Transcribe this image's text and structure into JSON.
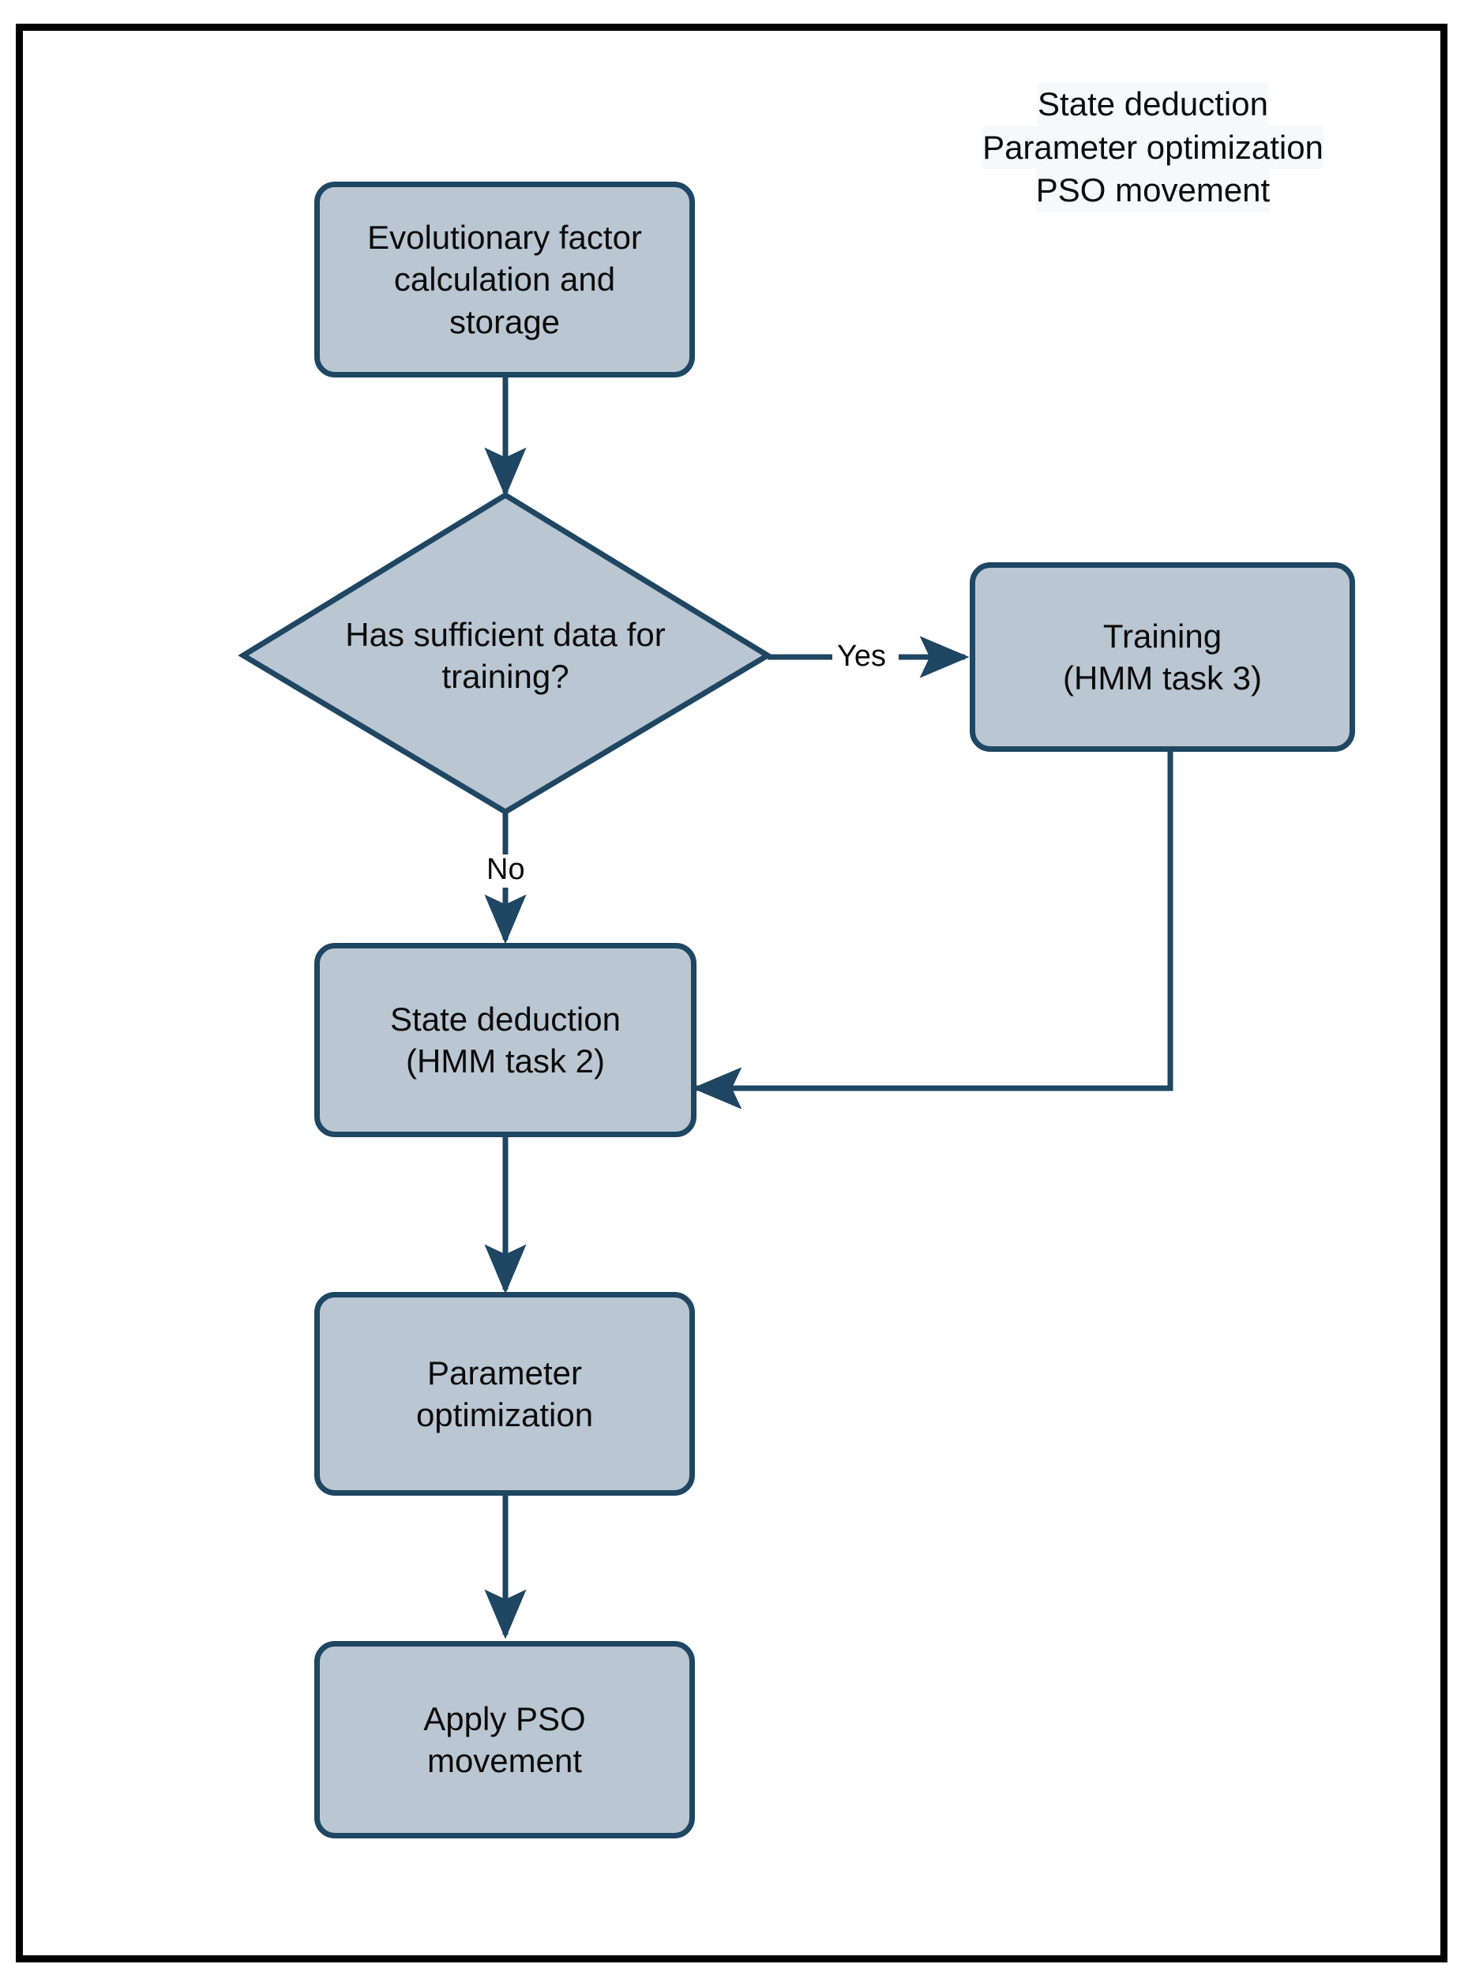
{
  "frame": {
    "border_color": "#000000",
    "background": "#ffffff"
  },
  "theme": {
    "node_fill": "#bac7d2",
    "node_border": "#1f4662",
    "connector_color": "#1f4662",
    "text_color": "#0b0b0b",
    "legend_highlight": "#f6f8fa"
  },
  "legend": {
    "lines": [
      "State deduction",
      "Parameter optimization",
      "PSO movement"
    ]
  },
  "nodes": {
    "start": {
      "id": "evolutionary-factor",
      "type": "process",
      "label": "Evolutionary factor\ncalculation and\nstorage"
    },
    "decision": {
      "id": "has-sufficient-data",
      "type": "decision",
      "label": "Has sufficient data for\ntraining?"
    },
    "training": {
      "id": "training-hmm-task-3",
      "type": "process",
      "label": "Training\n(HMM task 3)"
    },
    "state_deduction": {
      "id": "state-deduction-hmm-task-2",
      "type": "process",
      "label": "State deduction\n(HMM task 2)"
    },
    "parameter_optimization": {
      "id": "parameter-optimization",
      "type": "process",
      "label": "Parameter\noptimization"
    },
    "apply_pso": {
      "id": "apply-pso-movement",
      "type": "process",
      "label": "Apply PSO\nmovement"
    }
  },
  "edges": {
    "start_to_decision": {
      "label": ""
    },
    "decision_yes": {
      "label": "Yes"
    },
    "decision_no": {
      "label": "No"
    },
    "training_feedback": {
      "label": ""
    },
    "state_to_param": {
      "label": ""
    },
    "param_to_pso": {
      "label": ""
    }
  }
}
